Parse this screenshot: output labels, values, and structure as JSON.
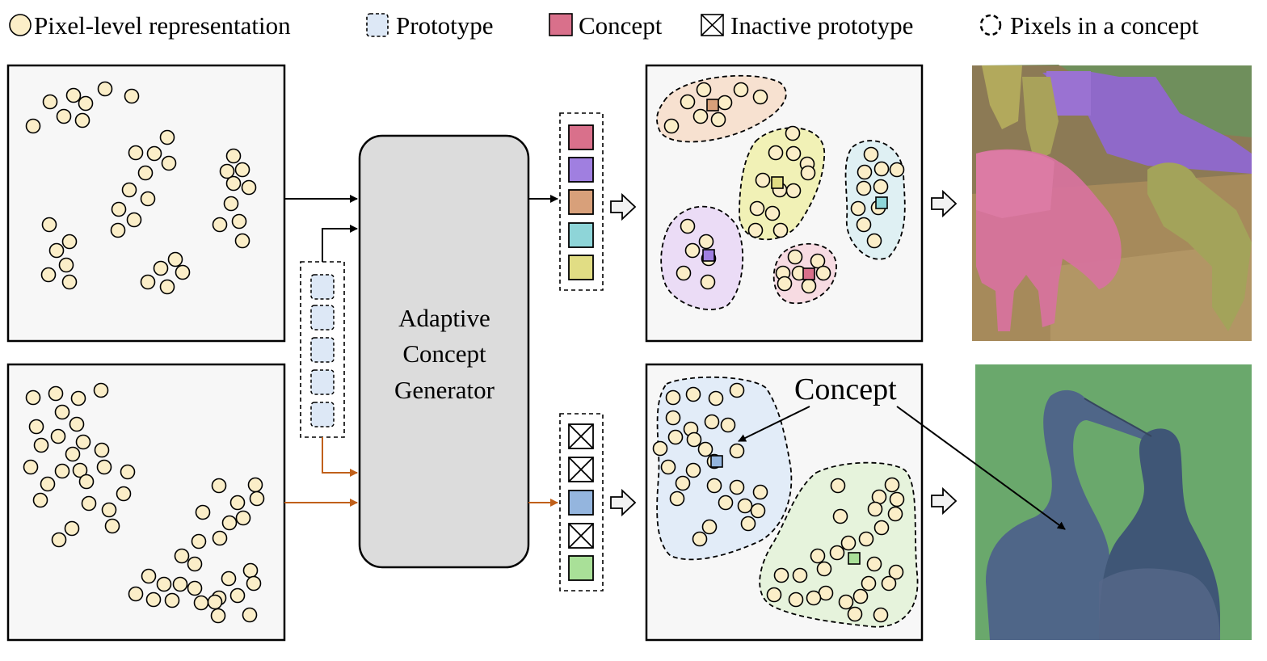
{
  "legend": {
    "pixel": "Pixel-level representation",
    "prototype": "Prototype",
    "concept": "Concept",
    "inactive": "Inactive prototype",
    "pixels_in_concept": "Pixels in a concept"
  },
  "generator": {
    "line1": "Adaptive",
    "line2": "Concept",
    "line3": "Generator"
  },
  "annotation": "Concept",
  "images": {
    "top": "segmented scene: cow, people, banner",
    "bottom": "segmented scene: two birds"
  },
  "colors": {
    "pixel_fill": "#fbeec8",
    "prototype_fill": "#dde8f6",
    "panel_bg": "#f7f7f7",
    "generator_fill": "#dcdcdc",
    "arrow_orange": "#c0601a",
    "concept_top": [
      "#d9708b",
      "#a07fe0",
      "#d8a07a",
      "#8ed5d8",
      "#e1dd84"
    ],
    "concept_bottom": [
      "#ffffff",
      "#ffffff",
      "#94b5de",
      "#ffffff",
      "#a9e098"
    ],
    "blob_orange": "#f7e1d0",
    "blob_yellow": "#f1f1b6",
    "blob_cyan": "#dff0f3",
    "blob_purple": "#ebdcf6",
    "blob_pink": "#f7dbe2",
    "blob_blue": "#e2ecf8",
    "blob_green": "#e6f3dc",
    "bird_bg": "#6aa86c"
  }
}
